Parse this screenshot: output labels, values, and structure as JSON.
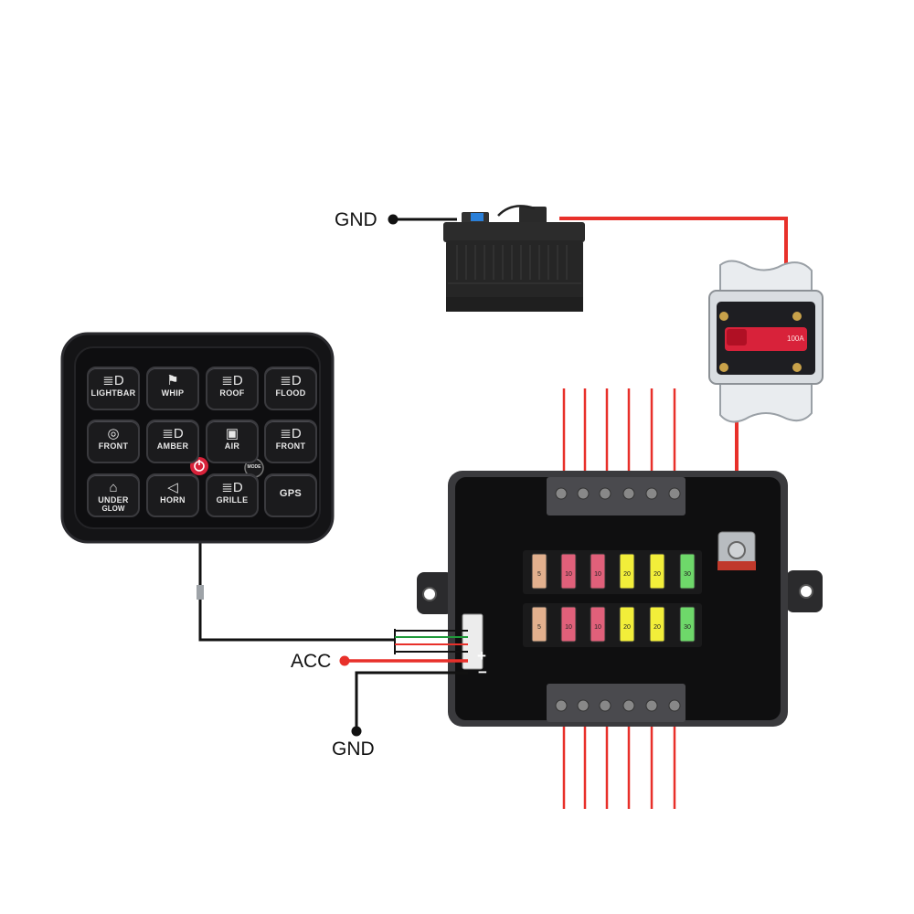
{
  "labels": {
    "gnd_top": "GND",
    "acc": "ACC",
    "gnd_bottom": "GND",
    "plus": "+",
    "minus": "−"
  },
  "panel": {
    "switches": [
      {
        "icon": "headlight-icon",
        "glyph": "≣D",
        "label": "LIGHTBAR",
        "label2": ""
      },
      {
        "icon": "whip-flag-icon",
        "glyph": "⚑",
        "label": "WHIP",
        "label2": ""
      },
      {
        "icon": "roof-light-icon",
        "glyph": "≣D",
        "label": "ROOF",
        "label2": ""
      },
      {
        "icon": "flood-light-icon",
        "glyph": "≣D",
        "label": "FLOOD",
        "label2": ""
      },
      {
        "icon": "front-light-icon",
        "glyph": "◎",
        "label": "FRONT",
        "label2": ""
      },
      {
        "icon": "amber-light-icon",
        "glyph": "≣D",
        "label": "AMBER",
        "label2": ""
      },
      {
        "icon": "air-compressor-icon",
        "glyph": "▣",
        "label": "AIR",
        "label2": ""
      },
      {
        "icon": "front-headlight-icon",
        "glyph": "≣D",
        "label": "FRONT",
        "label2": ""
      },
      {
        "icon": "underglow-icon",
        "glyph": "⌂",
        "label": "UNDER",
        "label2": "GLOW"
      },
      {
        "icon": "horn-icon",
        "glyph": "◁",
        "label": "HORN",
        "label2": ""
      },
      {
        "icon": "grille-light-icon",
        "glyph": "≣D",
        "label": "GRILLE",
        "label2": ""
      },
      {
        "icon": "gps-icon",
        "glyph": "",
        "label": "GPS",
        "label2": ""
      }
    ],
    "mode_label": "MODE",
    "power_icon": "power-icon"
  },
  "breaker": {
    "rating": "100A"
  },
  "fuses": {
    "top_row": [
      "5",
      "10",
      "10",
      "20",
      "20",
      "30"
    ],
    "bottom_row": [
      "5",
      "10",
      "10",
      "20",
      "20",
      "30"
    ]
  },
  "colors": {
    "wire_red": "#e8302a",
    "wire_black": "#111111",
    "wire_green": "#1f9a3a",
    "panel_body": "#141416",
    "breaker_red": "#d8223a",
    "fuse_5": "#e2b08e",
    "fuse_10": "#e0607a",
    "fuse_20": "#f2ee3a",
    "fuse_30": "#6ed86a"
  }
}
